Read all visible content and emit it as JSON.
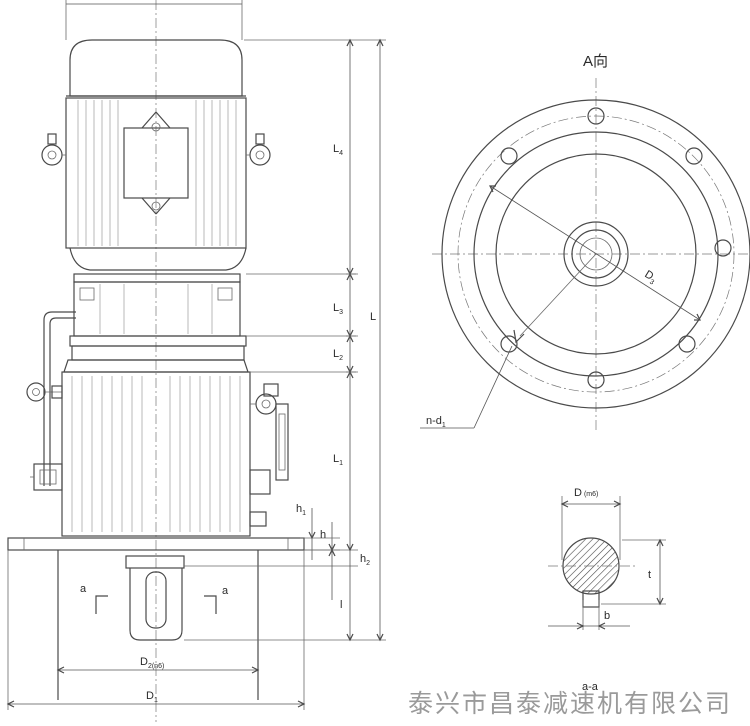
{
  "labels": {
    "view_title": "A向",
    "section_title": "a-a",
    "a_left": "a",
    "a_right": "a",
    "L": "L",
    "L1": "L",
    "L1_sub": "1",
    "L2": "L",
    "L2_sub": "2",
    "L3": "L",
    "L3_sub": "3",
    "L4": "L",
    "L4_sub": "4",
    "h": "h",
    "h1": "h",
    "h1_sub": "1",
    "h2": "h",
    "h2_sub": "2",
    "D1": "D",
    "D1_sub": "1",
    "D2": "D",
    "D2_sub": "2(n6)",
    "D3": "D",
    "D3_sub": "3",
    "D_shaft": "D",
    "D_shaft_sub": "(m6)",
    "n_d1": "n-d",
    "n_d1_sub": "1",
    "t": "t",
    "b": "b"
  },
  "watermark": "泰兴市昌泰减速机有限公司",
  "colors": {
    "line": "#4a4a4a",
    "hatch": "#4a4a4a",
    "watermark": "#9a9a9a"
  }
}
